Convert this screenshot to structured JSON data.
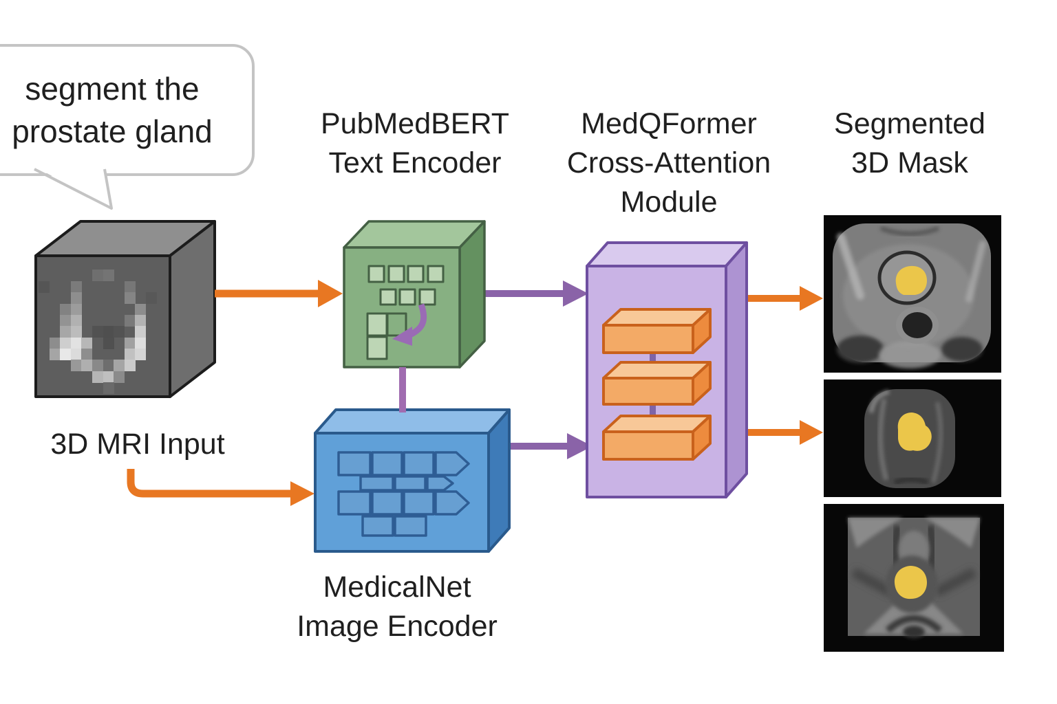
{
  "bubble": {
    "line1": "segment the",
    "line2": "prostate gland"
  },
  "labels": {
    "input": "3D MRI Input",
    "text_encoder_line1": "PubMedBERT",
    "text_encoder_line2": "Text Encoder",
    "image_encoder_line1": "MedicalNet",
    "image_encoder_line2": "Image Encoder",
    "qformer_line1": "MedQFormer",
    "qformer_line2": "Cross-Attention",
    "qformer_line3": "Module",
    "output_line1": "Segmented",
    "output_line2": "3D Mask"
  },
  "colors": {
    "arrow_orange": "#E87722",
    "arrow_purple": "#8A63A8",
    "connector_purple": "#A06CB0",
    "text_encoder_green": "#87B082",
    "image_encoder_blue": "#60A0D8",
    "qformer_purple": "#C9B3E5",
    "query_slab_orange": "#F3AA66",
    "segmentation_mask_yellow": "#EBC64A",
    "text": "#1F1F1F",
    "bubble_border": "#C4C4C4"
  }
}
